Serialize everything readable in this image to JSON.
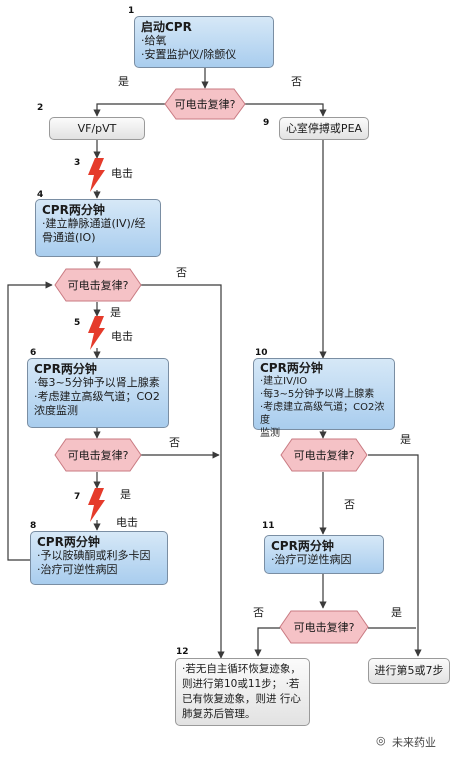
{
  "steps": {
    "s1": {
      "num": "1",
      "title": "启动CPR",
      "lines": [
        "·给氧",
        "·安置监护仪/除颤仪"
      ]
    },
    "s2": {
      "num": "2",
      "text": "VF/pVT"
    },
    "s3": {
      "num": "3",
      "label": "电击"
    },
    "s4": {
      "num": "4",
      "title": "CPR两分钟",
      "lines": [
        "·建立静脉通道(IV)/经",
        "骨通道(IO)"
      ]
    },
    "s5": {
      "num": "5",
      "label": "电击"
    },
    "s6": {
      "num": "6",
      "title": "CPR两分钟",
      "lines": [
        "·每3~5分钟予以肾上腺素",
        "·考虑建立高级气道；CO2",
        "浓度监测"
      ]
    },
    "s7": {
      "num": "7",
      "label": "电击"
    },
    "s8": {
      "num": "8",
      "title": "CPR两分钟",
      "lines": [
        "·予以胺碘酮或利多卡因",
        "·治疗可逆性病因"
      ]
    },
    "s9": {
      "num": "9",
      "text": "心室停搏或PEA"
    },
    "s10": {
      "num": "10",
      "title": "CPR两分钟",
      "lines": [
        "·建立IV/IO",
        "·每3~5分钟予以肾上腺素",
        "·考虑建立高级气道；CO2浓度",
        "监测"
      ]
    },
    "s11": {
      "num": "11",
      "title": "CPR两分钟",
      "lines": [
        "·治疗可逆性病因"
      ]
    },
    "s12": {
      "num": "12",
      "lines": [
        "·若无自主循环恢复迹象，",
        "则进行第10或11步；",
        "·若已有恢复迹象，则进",
        "行心肺复苏后管理。"
      ]
    },
    "goto": {
      "text": "进行第5或7步"
    }
  },
  "decisions": {
    "d1": "可电击复律?",
    "d2": "可电击复律?",
    "d3": "可电击复律?",
    "d4": "可电击复律?",
    "d5": "可电击复律?"
  },
  "branch_labels": {
    "yes1": "是",
    "no1": "否",
    "no2": "否",
    "yes2": "是",
    "no3": "否",
    "yes3": "是",
    "yes4": "是",
    "no4": "否",
    "no5": "否",
    "yes5": "是"
  },
  "watermark": "未来药业",
  "colors": {
    "box": "#bcd8f1",
    "decision": "#f5c2c6",
    "bolt": "#e53b2b",
    "line": "#3a3a3a"
  }
}
